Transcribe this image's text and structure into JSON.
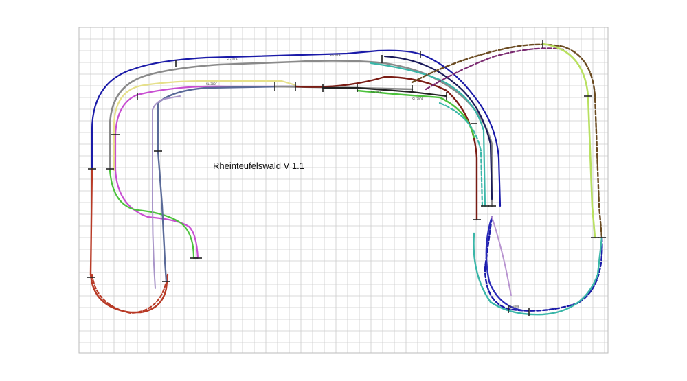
{
  "plan": {
    "title": "Rheinteufelswald V 1.1",
    "colors": {
      "background": "#ffffff",
      "grid": "#cccccc",
      "navy": "#1a1aa8",
      "grey": "#8a8a8a",
      "yellow": "#e6e08a",
      "magenta": "#c84fd2",
      "green": "#4cc23c",
      "red": "#b83a26",
      "slate": "#5a6a98",
      "darkred": "#7a1c14",
      "teal": "#3ab6a8",
      "darknavy": "#1a1a5a",
      "olive": "#6a4a20",
      "lime": "#b8e060",
      "purple": "#7a2a70",
      "lavender": "#c8a8e0",
      "blue": "#2a2ab8"
    },
    "segment_labels": [
      "SL-300F",
      "SL-300F",
      "SL-300F",
      "SL-300F",
      "SL-300F",
      "SL-300F"
    ]
  }
}
